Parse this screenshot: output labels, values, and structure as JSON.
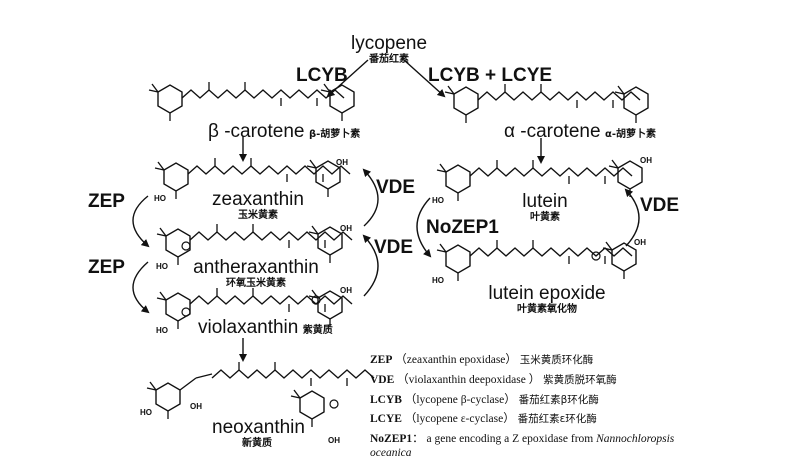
{
  "compounds": {
    "lycopene": {
      "en": "lycopene",
      "cn": "番茄红素"
    },
    "beta_carotene": {
      "en": "β -carotene",
      "cn": "β-胡萝卜素"
    },
    "alpha_carotene": {
      "en": "α -carotene",
      "cn": "α-胡萝卜素"
    },
    "zeaxanthin": {
      "en": "zeaxanthin",
      "cn": "玉米黄素"
    },
    "antheraxanthin": {
      "en": "antheraxanthin",
      "cn": "环氧玉米黄素"
    },
    "violaxanthin": {
      "en": "violaxanthin",
      "cn": "紫黄质"
    },
    "neoxanthin": {
      "en": "neoxanthin",
      "cn": "新黄质"
    },
    "lutein": {
      "en": "lutein",
      "cn": "叶黄素"
    },
    "lutein_epoxide": {
      "en": "lutein epoxide",
      "cn": "叶黄素氧化物"
    }
  },
  "enzymes": {
    "lcyb": "LCYB",
    "lcyb_lcye": "LCYB + LCYE",
    "zep1": "ZEP",
    "zep2": "ZEP",
    "vde1": "VDE",
    "vde2": "VDE",
    "vde3": "VDE",
    "nozep1": "NoZEP1"
  },
  "legend": [
    {
      "abbr": "ZEP",
      "desc": "（zeaxanthin epoxidase）",
      "cn": "玉米黄质环化酶"
    },
    {
      "abbr": "VDE",
      "desc": "（violaxanthin deepoxidase ）",
      "cn": "紫黄质脱环氧酶"
    },
    {
      "abbr": "LCYB",
      "desc": "（lycopene β-cyclase）",
      "cn": "番茄红素β环化酶"
    },
    {
      "abbr": "LCYE",
      "desc": "（lycopene ε-cyclase）",
      "cn": "番茄红素ε环化酶"
    },
    {
      "abbr": "NoZEP1",
      "desc": "： a gene encoding a Z epoxidase from",
      "desc2": "Nannochloropsis",
      "desc3": "oceanica"
    }
  ],
  "hydroxyl_label": "OH",
  "hydroxyl_label_ho": "HO",
  "epoxide_label": "O"
}
